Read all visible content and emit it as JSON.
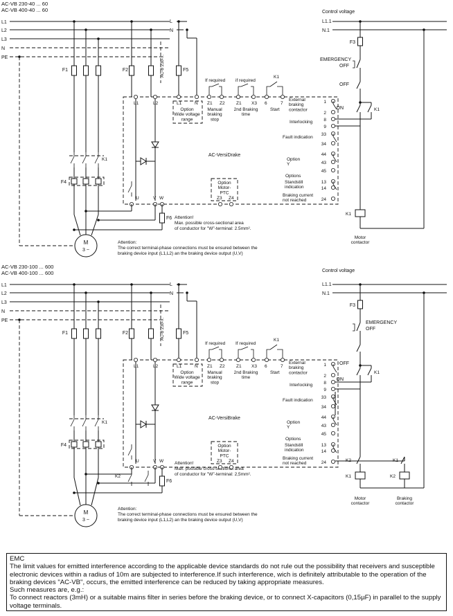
{
  "diagram1": {
    "model_line1": "AC-VB 230-40 ... 60",
    "model_line2": "AC-VB 400-40 ... 60",
    "supply_labels": [
      "L1",
      "L2",
      "L3",
      "N",
      "PE"
    ],
    "fuse_F1": "F1",
    "fuse_F2": "F2",
    "fuse_F5": "F5",
    "fuse_F3": "F3",
    "fuse_F6": "F6",
    "acb_label": "AC-B 230-...",
    "terminal_L": "L",
    "terminal_N": "N",
    "control_voltage": "Control voltage",
    "ctrl_L11": "L1.1",
    "ctrl_N1": "N.1",
    "emergency": "EMERGENCY",
    "emergency_off": "OFF",
    "off": "OFF",
    "on": "ON",
    "k1": "K1",
    "if_required_1": "If required",
    "if_required_2": "if required",
    "t_L1": "L1",
    "t_N": "N",
    "t_L1b": "L1",
    "t_L2b": "L2",
    "t_Z1a": "Z1",
    "t_Z2": "Z2",
    "t_Z1b": "Z1",
    "t_X3": "X3",
    "t_6": "6",
    "t_7": "7",
    "option_wide": "Option\nWide voltage\nrange",
    "manual_braking": "Manual\nbraking\nstop",
    "second_braking": "2nd Braking\ntime",
    "start": "Start",
    "external_braking": "External\nbraking\ncontactor",
    "interlocking": "Interlocking",
    "fault_indication": "Fault indication",
    "ac_versidrake": "AC-VersiDrake",
    "option_y": "Option\nY",
    "options": "Options",
    "standstill": "Standstill\nindication",
    "braking_current": "Braking current\nnot reached",
    "motor_ptc": "Option\nMotor-\nPTC",
    "z3": "Z3",
    "z4": "Z4",
    "nums_right": [
      "1",
      "2",
      "8",
      "9",
      "33",
      "34",
      "44",
      "43",
      "45",
      "13",
      "14",
      "24"
    ],
    "u": "U",
    "v": "V",
    "w": "W",
    "f4": "F4",
    "attention": "Attention!",
    "attention_text1": "Max. possible cross-sectional area",
    "attention_text2": "of conductor for \"W\"-terminal: 2.5mm².",
    "motor": "M",
    "motor_phase": "3 ~",
    "attention2": "Attention:",
    "attention2_line1": "The correct terminal-phase connections must be ensured between the",
    "attention2_line2": "braking device input (L1,L2) an the braking device output (U,V)",
    "motor_contactor": "Motor\ncontactor"
  },
  "diagram2": {
    "model_line1": "AC-VB 230-100 ... 600",
    "model_line2": "AC-VB 400-100 ... 600",
    "supply_labels": [
      "L1",
      "L2",
      "L3",
      "N",
      "PE"
    ],
    "fuse_F1": "F1",
    "fuse_F2": "F2",
    "fuse_F5": "F5",
    "fuse_F3": "F3",
    "fuse_F6": "F6",
    "acb_label": "AC-B 230-...",
    "terminal_L": "L",
    "terminal_N": "N",
    "control_voltage": "Control voltage",
    "ctrl_L11": "L1.1",
    "ctrl_N1": "N.1",
    "emergency": "EMERGENCY",
    "emergency_off": "OFF",
    "off": "OFF",
    "on": "ON",
    "k1": "K1",
    "k2": "K2",
    "if_required_1": "If required",
    "if_required_2": "If required",
    "t_L1": "L1",
    "t_N": "N",
    "t_L1b": "L1",
    "t_L2b": "L2",
    "t_Z1a": "Z1",
    "t_Z2": "Z2",
    "t_Z1b": "Z1",
    "t_X3": "X3",
    "t_6": "6",
    "t_7": "7",
    "option_wide": "Option\nWide voltage\nrange",
    "manual_braking": "Manual\nbraking\nstop",
    "second_braking": "2nd Braking\ntime",
    "start": "Start",
    "external_braking": "External\nbraking\ncontactor",
    "interlocking": "Interlocking",
    "fault_indication": "Fault indication",
    "ac_versidrake": "AC-VersiBrake",
    "option_y": "Option\nY",
    "options": "Options",
    "standstill": "Standstill\nindication",
    "braking_current": "Braking current\nnot reached",
    "motor_ptc": "Option\nMotor-\nPTC",
    "z3": "Z3",
    "z4": "Z4",
    "nums_right": [
      "1",
      "2",
      "8",
      "9",
      "33",
      "34",
      "44",
      "43",
      "45",
      "13",
      "14",
      "24"
    ],
    "u": "U",
    "v": "V",
    "w": "W",
    "f4": "F4",
    "attention": "Attention!",
    "attention_text1": "Max. possible cross-sectional area",
    "attention_text2": "of conductor for \"W\"-terminal: 2,5mm².",
    "motor": "M",
    "motor_phase": "3 ~",
    "attention2": "Attention:",
    "attention2_line1": "The correct terminal-phase connections must be ensured between the",
    "attention2_line2": "braking device input (L1,L2) an the braking device output (U,V)",
    "motor_contactor": "Motor\ncontactor",
    "braking_contactor": "Braking\ncontactor"
  },
  "emc": {
    "title": "EMC",
    "line1": "The limit values for emitted interference according to the applicable device standards do not rule out the possibility that receivers and susceptible electronic devices within a radius of 10m are subjected to interference.If such interference, wich is definitely attributable to the operation of the braking devices \"AC-VB\", occurs, the emitted interference can be reduced by taking appropriate measures.",
    "line2": "Such measures are, e.g.:",
    "line3": "To connect reactors (3mH) or a suitable mains filter in series before the braking device, or to connect X-capacitors (0,15µF) in parallel to the supply voltage terminals."
  }
}
